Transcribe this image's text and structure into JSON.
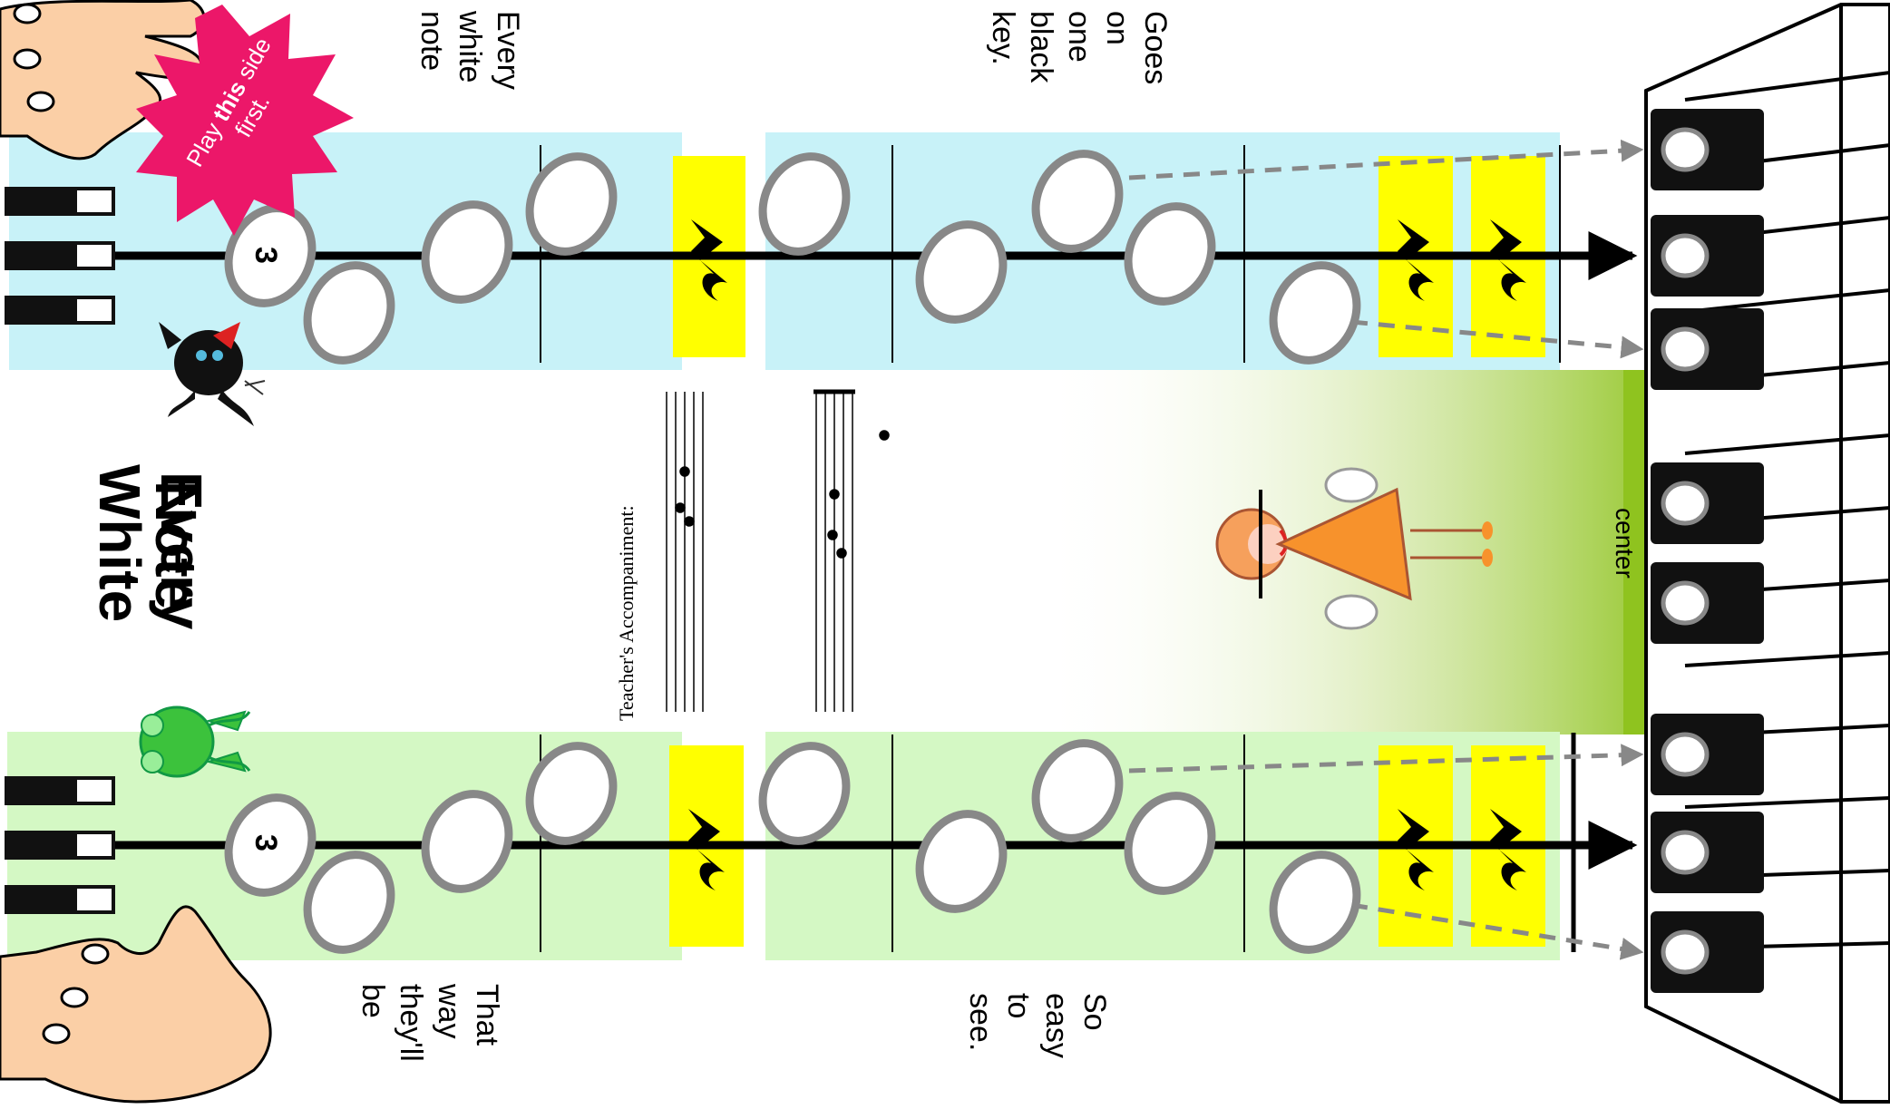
{
  "title": {
    "lines": [
      "Every",
      "White",
      "Note"
    ]
  },
  "starburst": {
    "prefix": "Play ",
    "bold": "this",
    "suffix": " side first."
  },
  "lyrics": {
    "top_left": [
      "Every",
      "white",
      "note"
    ],
    "top_right": [
      "Goes",
      "on",
      "one",
      "black",
      "key."
    ],
    "bottom_left": [
      "That",
      "way",
      "they'll",
      "be"
    ],
    "bottom_right": [
      "So",
      "easy",
      "to",
      "see."
    ]
  },
  "center_label": "center",
  "teacher_label": "Teacher's Accompaniment:",
  "finger_number": "3",
  "colors": {
    "top_band": "#c8f2f8",
    "bottom_band": "#d4f8c4",
    "rest_highlight": "#ffff00",
    "center_green": "#8fc31f",
    "starburst": "#ec1769",
    "note_outline": "#888888"
  },
  "icons": [
    "hand-icon",
    "starburst-icon",
    "cat-icon",
    "frog-icon",
    "girl-icon",
    "piano-keyboard-icon",
    "quarter-rest-icon",
    "arrow-icon"
  ]
}
